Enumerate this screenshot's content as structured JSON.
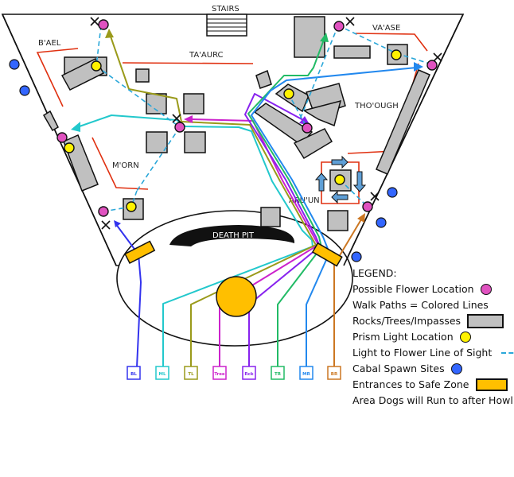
{
  "labels": {
    "stairs": "STAIRS",
    "death_pit": "DEATH PIT",
    "areas": [
      "B'AEL",
      "TA'AURC",
      "VA'ASE",
      "THO'OUGH",
      "M'ORN",
      "ARU'UN"
    ]
  },
  "spawn_points": [
    {
      "label": "BL",
      "color": "#3333ee"
    },
    {
      "label": "ML",
      "color": "#22c8cc"
    },
    {
      "label": "TL",
      "color": "#9a9a1a"
    },
    {
      "label": "Tree",
      "color": "#cc22cc"
    },
    {
      "label": "Rck",
      "color": "#8822ee"
    },
    {
      "label": "TR",
      "color": "#22bb66"
    },
    {
      "label": "MR",
      "color": "#2288ee"
    },
    {
      "label": "BR",
      "color": "#cc7722"
    }
  ],
  "legend": {
    "title": "LEGEND:",
    "items": [
      {
        "text": "Possible Flower Location",
        "symbol": "flower-icon"
      },
      {
        "text": "Walk Paths = Colored Lines",
        "symbol": ""
      },
      {
        "text": "Rocks/Trees/Impasses",
        "symbol": "rock-icon"
      },
      {
        "text": "Prism Light Location",
        "symbol": "prism-light-icon"
      },
      {
        "text": "Light to Flower Line of Sight",
        "symbol": "line-of-sight-icon"
      },
      {
        "text": "Cabal Spawn Sites",
        "symbol": "cabal-spawn-icon"
      },
      {
        "text": "Entrances to Safe Zone",
        "symbol": "safe-zone-icon"
      },
      {
        "text": "Area Dogs will Run to after Howl",
        "symbol": "dog-marker-icon"
      }
    ],
    "dog_marker_glyph": "✕"
  },
  "colors": {
    "flower": "#e052c0",
    "rock": "#c0c0c0",
    "prism_light": "#fff200",
    "line_of_sight": "#2aa7d9",
    "cabal": "#3366ff",
    "safe_zone": "#ffbf00",
    "area_border": "#e03010"
  }
}
